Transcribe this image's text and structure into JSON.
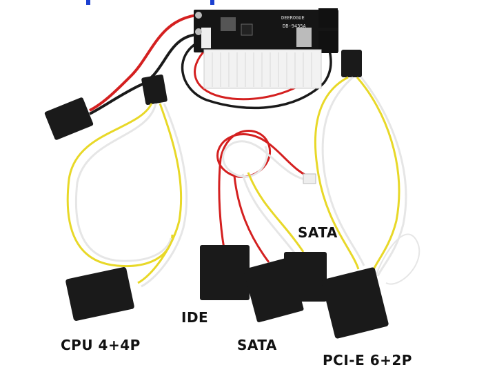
{
  "photo": {
    "subject": "DC-ATX PSU board with modular cables",
    "board": {
      "brand": "DEEROGUE",
      "model": "DB-9435A"
    },
    "labels": [
      {
        "id": "cpu",
        "text": "CPU 4+4P"
      },
      {
        "id": "ide",
        "text": "IDE"
      },
      {
        "id": "sata1",
        "text": "SATA"
      },
      {
        "id": "sata2",
        "text": "SATA"
      },
      {
        "id": "pcie",
        "text": "PCI-E 6+2P"
      }
    ],
    "colors": {
      "background": "#ffffff",
      "pcb": "#151515",
      "connector": "#1a1a1a",
      "atx_connector": "#f2f2f2",
      "wire_yellow": "#e8d828",
      "wire_red": "#d42020",
      "wire_white": "#e6e6e6",
      "wire_black": "#1a1a1a",
      "top_accent": "#1a3fd0"
    }
  }
}
